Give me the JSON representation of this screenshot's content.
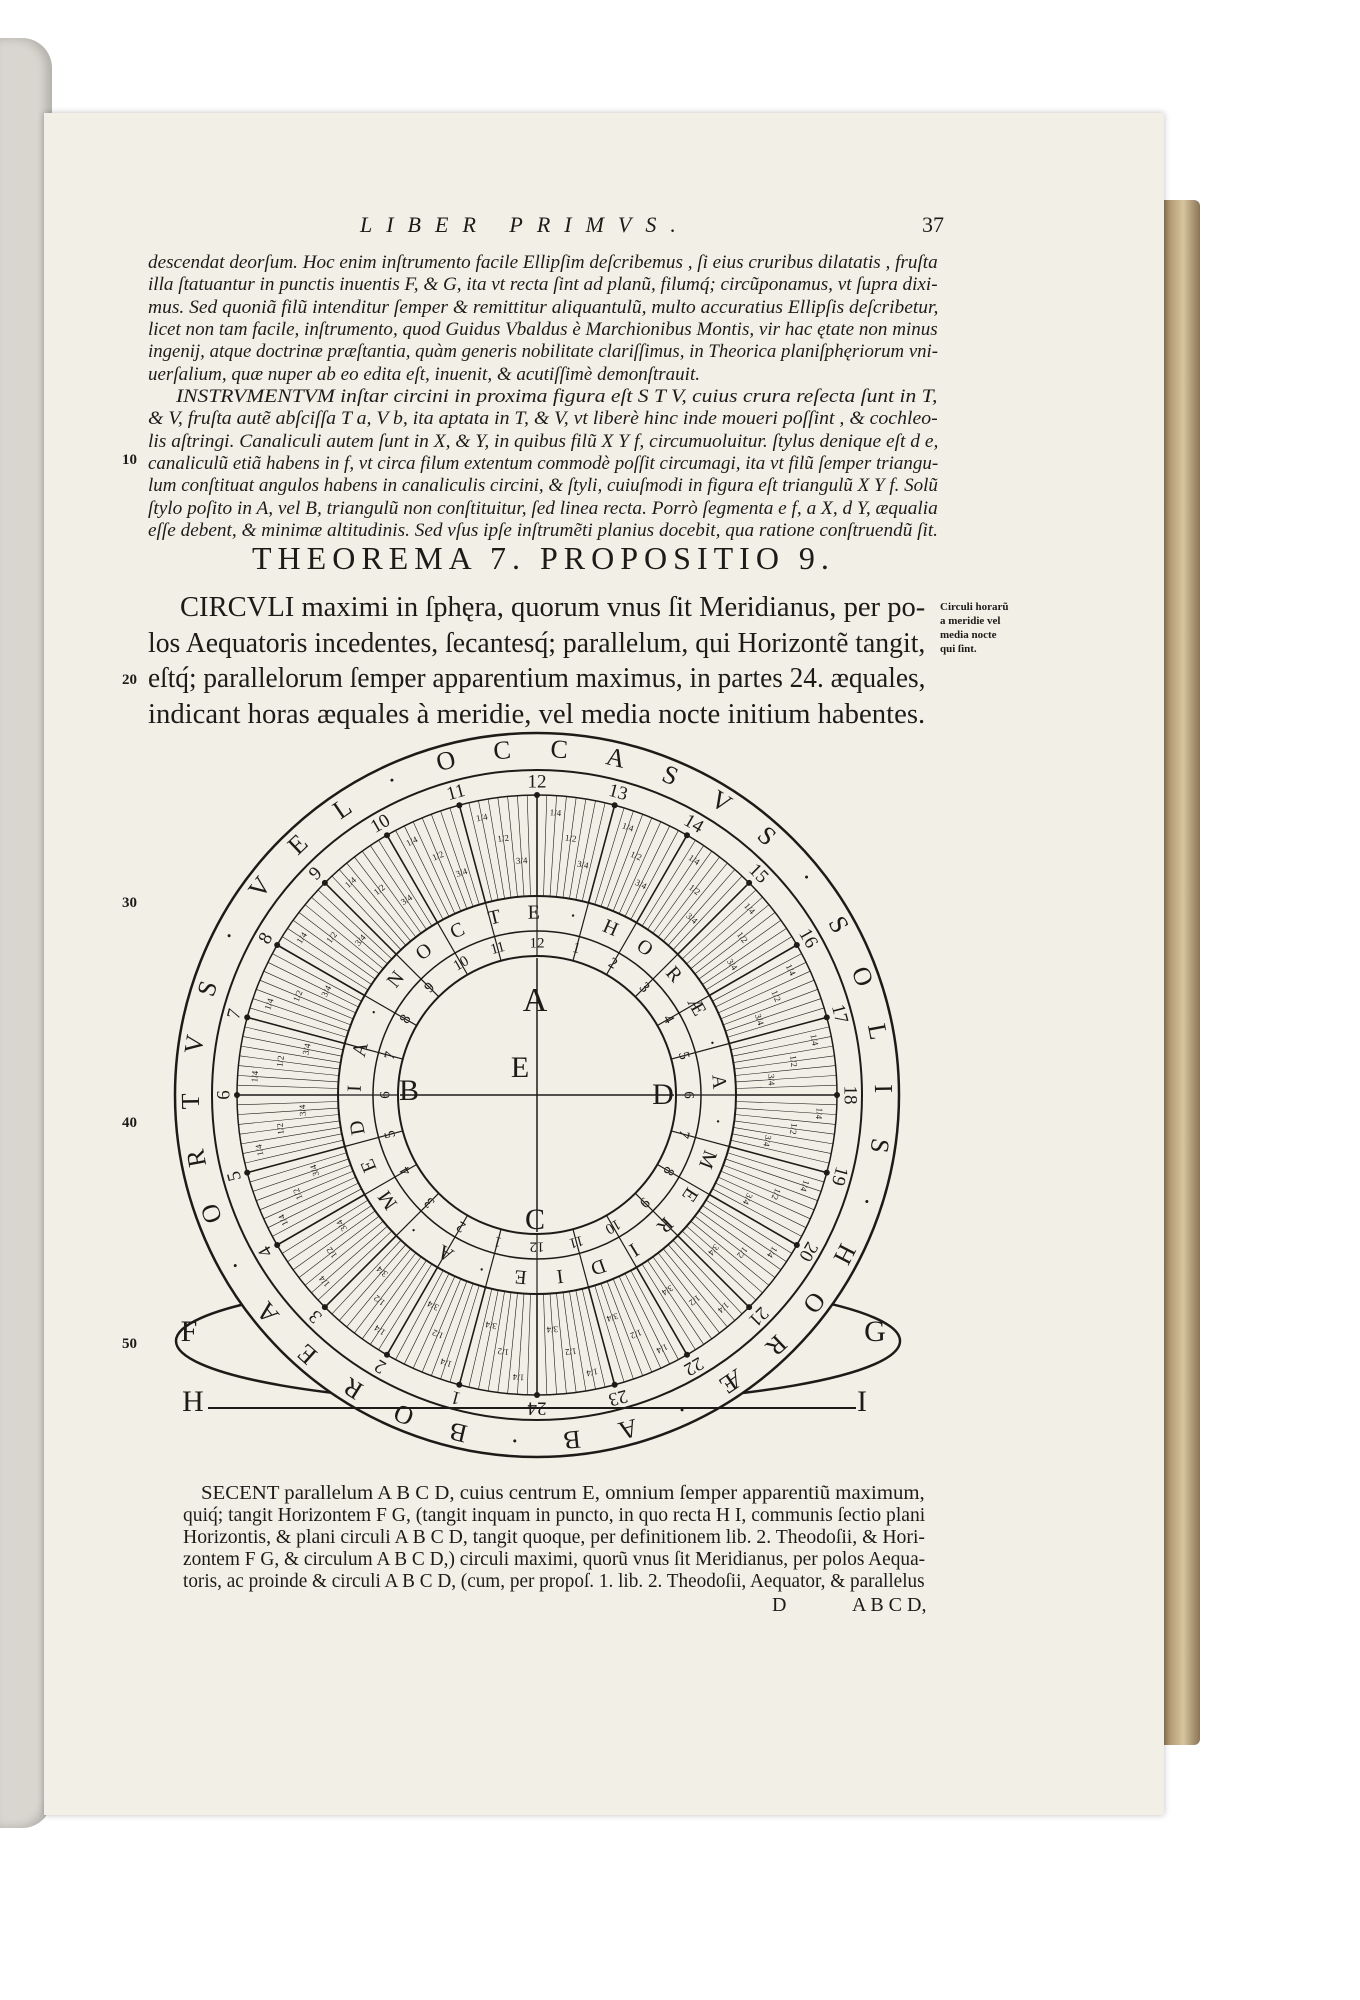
{
  "running_head": "LIBER PRIMVS.",
  "folio": "37",
  "paragraph_1": [
    "descendat deorſum. Hoc enim inſtrumento facile Ellipſim deſcribemus , ſi eius cruribus dilatatis , fruſta",
    "illa ſtatuantur in punctis inuentis F, & G, ita vt recta ſint ad planũ, filumq́; circũponamus, vt ſupra dixi-",
    "mus. Sed quoniã filũ intenditur ſemper & remittitur aliquantulũ, multo accuratius Ellipſis deſcribetur,",
    "licet non tam facile, inſtrumento, quod Guidus Vbaldus è Marchionibus Montis, vir hac ętate non minus",
    "ingenij, atque doctrinæ præſtantia, quàm generis nobilitate clariſſimus, in Theorica planiſphęriorum vni-",
    "uerſalium, quæ nuper ab eo edita eſt, inuenit, & acutiſſimè demonſtrauit."
  ],
  "paragraph_2": [
    "INSTRVMENTVM inſtar circini in proxima figura eſt S T V, cuius crura reſecta ſunt in T,",
    "& V, fruſta autẽ abſciſſa T a, V b, ita aptata in T, & V, vt liberè hinc inde moueri poſſint , & cochleo-",
    "lis aſtringi. Canaliculi autem ſunt in X, & Y, in quibus filũ X Y f, circumuoluitur. ſtylus denique eſt d e,",
    "canaliculũ etiã habens in f, vt circa filum extentum commodè poſſit circumagi, ita vt filũ ſemper triangu-",
    "lum conſtituat angulos habens in canaliculis circini, & ſtyli, cuiuſmodi in figura eſt triangulũ X Y f. Solũ",
    "ſtylo poſito in A, vel B, triangulũ non conſtituitur, ſed linea recta. Porrò ſegmenta e f, a X, d Y, æqualia",
    "eſſe debent, & minimæ altitudinis. Sed vſus ipſe inſtrumẽti planius docebit, qua ratione conſtruendũ ſit."
  ],
  "theorem_heading": "THEOREMA 7. PROPOSITIO 9.",
  "proposition": [
    "CIRCVLI maximi in ſphęra, quorum vnus ſit Meridianus, per po-",
    "los Aequatoris incedentes, ſecantesq́; parallelum, qui Horizontẽ tangit,",
    "eſtq́; parallelorum ſemper apparentium maximus, in partes 24. æquales,",
    "indicant horas æquales à meridie, vel media nocte initium habentes."
  ],
  "side_note": [
    "Circuli horarũ",
    "a meridie vel",
    "media nocte",
    "qui ſint."
  ],
  "margin_line_numbers": [
    "10",
    "20",
    "30",
    "40",
    "50"
  ],
  "demonstration": [
    "SECENT parallelum A B C D, cuius centrum E, omnium ſemper apparentiũ maximum,",
    "quiq́; tangit Horizontem F G, (tangit inquam in puncto, in quo recta H I, communis ſectio plani",
    "Horizontis, & plani circuli A B C D, tangit quoque, per definitionem lib. 2. Theodoſii, & Hori-",
    "zontem F G, & circulum A B C D,) circuli maximi, quorũ vnus ſit Meridianus, per polos Aequa-",
    "toris, ac proinde & circuli A B C D, (cum, per propoſ. 1. lib. 2. Theodoſii, Aequator, & parallelus"
  ],
  "signature_mark": "D",
  "catchword": "A B C D,",
  "diagram": {
    "outer_ring_text": "ORTVS·VEL·OCCASVS·SOLIS·HORÆ·AB·BOREA·",
    "inner_ring_text": "A·MEDIA·NOCTE·HORÆ·A·MERIDIE·",
    "hours_outer": [
      "1",
      "2",
      "3",
      "4",
      "5",
      "6",
      "7",
      "8",
      "9",
      "10",
      "11",
      "12",
      "13",
      "14",
      "15",
      "16",
      "17",
      "18",
      "19",
      "20",
      "21",
      "22",
      "23",
      "24"
    ],
    "hours_inner": [
      "12",
      "1",
      "2",
      "3",
      "4",
      "5",
      "6",
      "7",
      "8",
      "9",
      "10",
      "11",
      "12",
      "1",
      "2",
      "3",
      "4",
      "5",
      "6",
      "7",
      "8",
      "9",
      "10",
      "11"
    ],
    "fractions": [
      "1/4",
      "1/2",
      "3/4"
    ],
    "points": {
      "A": "A",
      "B": "B",
      "C": "C",
      "D": "D",
      "E": "E",
      "F": "F",
      "G": "G",
      "H": "H",
      "I": "I"
    }
  },
  "colors": {
    "paper": "#f2efe7",
    "ink": "#1d1b18",
    "book_edge": "#b49c76"
  }
}
